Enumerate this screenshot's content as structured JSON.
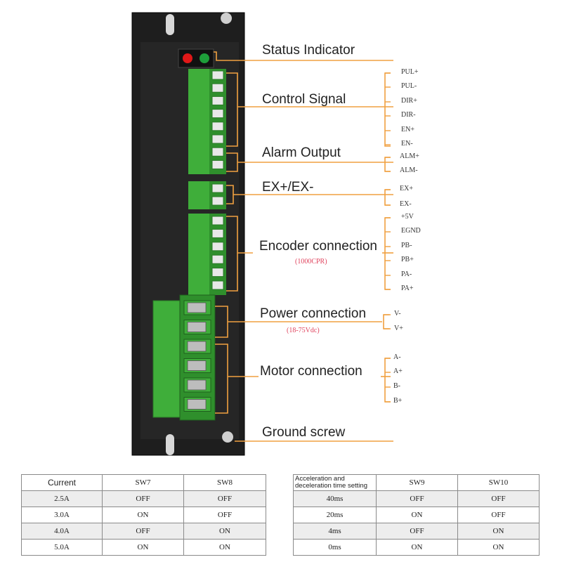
{
  "callouts": {
    "status": "Status Indicator",
    "control": "Control Signal",
    "alarm": "Alarm Output",
    "ex": "EX+/EX-",
    "encoder": "Encoder connection",
    "encoder_note": "(1000CPR)",
    "power": "Power connection",
    "power_note": "(18-75Vdc)",
    "motor": "Motor connection",
    "ground": "Ground screw"
  },
  "pins": {
    "control": [
      "PUL+",
      "PUL-",
      "DIR+",
      "DIR-",
      "EN+",
      "EN-"
    ],
    "alarm": [
      "ALM+",
      "ALM-"
    ],
    "ex": [
      "EX+",
      "EX-"
    ],
    "encoder": [
      "+5V",
      "EGND",
      "PB-",
      "PB+",
      "PA-",
      "PA+"
    ],
    "power": [
      "V-",
      "V+"
    ],
    "motor": [
      "A-",
      "A+",
      "B-",
      "B+"
    ]
  },
  "current_table": {
    "header": [
      "Current",
      "SW7",
      "SW8"
    ],
    "rows": [
      [
        "2.5A",
        "OFF",
        "OFF"
      ],
      [
        "3.0A",
        "ON",
        "OFF"
      ],
      [
        "4.0A",
        "OFF",
        "ON"
      ],
      [
        "5.0A",
        "ON",
        "ON"
      ]
    ]
  },
  "accel_table": {
    "header": [
      "Acceleration and deceleration time setting",
      "SW9",
      "SW10"
    ],
    "rows": [
      [
        "40ms",
        "OFF",
        "OFF"
      ],
      [
        "20ms",
        "ON",
        "OFF"
      ],
      [
        "4ms",
        "OFF",
        "ON"
      ],
      [
        "0ms",
        "ON",
        "ON"
      ]
    ]
  },
  "colors": {
    "housing": "#1e1e1e",
    "terminal_green": "#3fae3a",
    "leader_orange": "#f0a040",
    "led_red": "#e01818",
    "led_green": "#1e9e3a",
    "note_pink": "#e0445e"
  }
}
